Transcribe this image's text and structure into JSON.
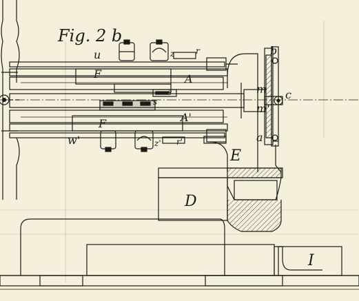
{
  "figure": {
    "title": "Fig. 2 b",
    "ink_color": "#1c1b18",
    "paper_color": "#f4f0dc",
    "labels": {
      "u": "u",
      "z": "z",
      "r": "r",
      "b": "b",
      "F_top": "F",
      "A_top": "A",
      "s_top": "s",
      "s_mid": "s",
      "m": "m",
      "c": "c",
      "m_prime": "m'",
      "F_bottom": "F",
      "A_prime": "A'",
      "w_prime": "w'",
      "z_prime": "z'",
      "r_prime": "r'",
      "a": "a",
      "E": "E",
      "D": "D",
      "I": "I"
    }
  }
}
